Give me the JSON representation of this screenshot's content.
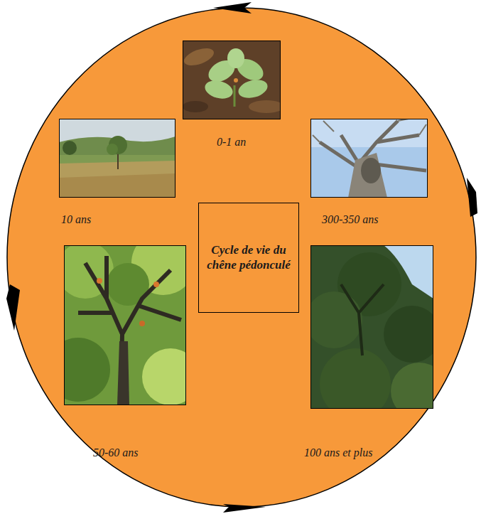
{
  "diagram": {
    "nodes": [
      {
        "text": [
          "0-1 an"
        ]
      },
      {
        "text": [
          "10 ans"
        ]
      },
      {
        "text": [
          "300-350 ans"
        ]
      },
      {
        "text": [
          "Cycle de vie du chêne pédonculé"
        ]
      },
      {
        "text": [
          "50-60 ans"
        ]
      },
      {
        "text": [
          "100 ans et plus"
        ]
      }
    ]
  }
}
